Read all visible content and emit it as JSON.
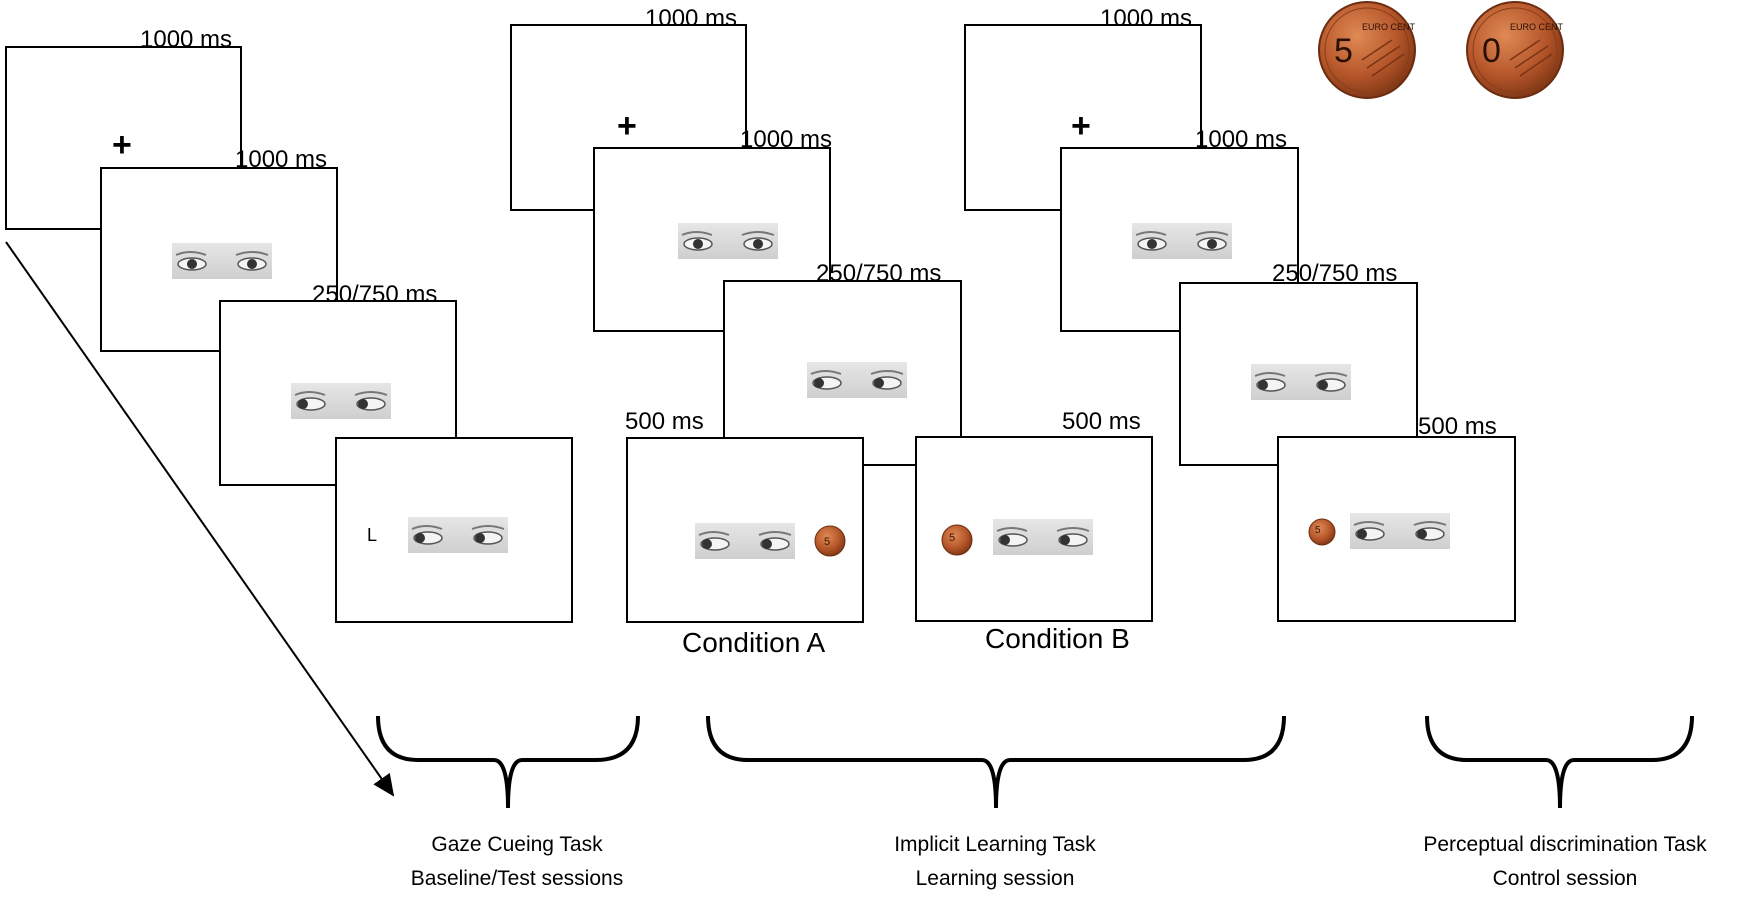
{
  "gaze_task": {
    "fixation_duration": "1000 ms",
    "fixation_symbol": "+",
    "eyes_duration": "1000 ms",
    "cue_duration": "250/750 ms",
    "target_letter": "L",
    "caption_line1": "Gaze Cueing Task",
    "caption_line2": "Baseline/Test sessions"
  },
  "implicit_task": {
    "fixation_duration": "1000 ms",
    "fixation_symbol": "+",
    "eyes_duration": "1000 ms",
    "cue_duration": "250/750 ms",
    "outcome_duration_a": "500 ms",
    "outcome_duration_b": "500 ms",
    "condition_a": "Condition A",
    "condition_b": "Condition B",
    "coin_value": "5",
    "caption_line1": "Implicit Learning Task",
    "caption_line2": "Learning session"
  },
  "perceptual_task": {
    "fixation_duration": "1000 ms",
    "fixation_symbol": "+",
    "eyes_duration": "1000 ms",
    "cue_duration": "250/750 ms",
    "outcome_duration": "500 ms",
    "coin_value": "5",
    "caption_line1": "Perceptual discrimination Task",
    "caption_line2": "Control session"
  },
  "coins": {
    "coin1_value": "5",
    "coin2_value": "0",
    "coin_text": "EURO CENT",
    "coin_color": "#b5562a"
  }
}
